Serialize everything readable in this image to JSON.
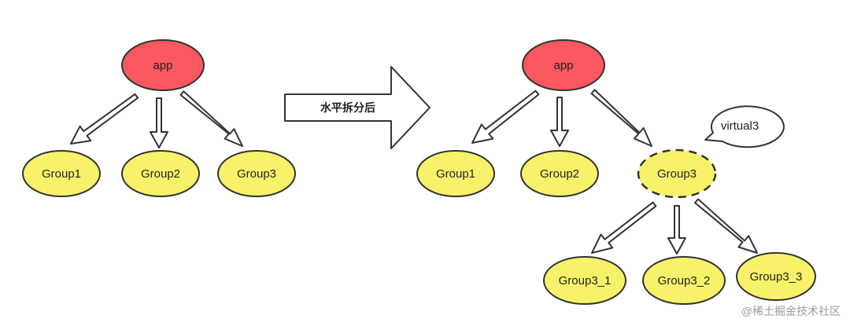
{
  "colors": {
    "root_fill": "#f9585e",
    "group_fill": "#f8f26a",
    "stroke": "#333333",
    "arrow_fill": "#ffffff",
    "callout_fill": "#ffffff",
    "watermark": "#9a9a9a"
  },
  "before": {
    "root": "app",
    "groups": [
      "Group1",
      "Group2",
      "Group3"
    ]
  },
  "transition": {
    "label": "水平拆分后"
  },
  "after": {
    "root": "app",
    "groups": [
      "Group1",
      "Group2",
      "Group3"
    ],
    "virtual_callout": "virtual3",
    "subgroups": [
      "Group3_1",
      "Group3_2",
      "Group3_3"
    ]
  },
  "watermark": "@稀土掘金技术社区"
}
